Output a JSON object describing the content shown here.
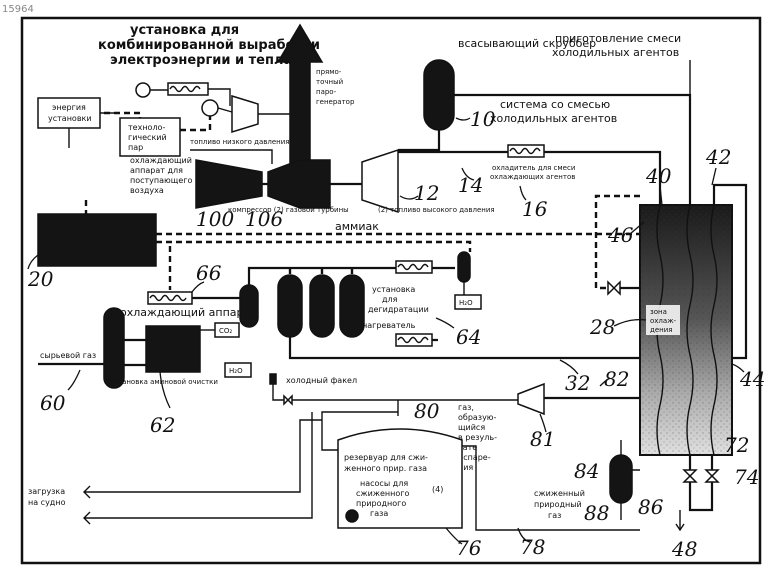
{
  "diagram": {
    "doc_id": "15964",
    "labels": {
      "cogen_title_1": "установка для",
      "cogen_title_2": "комбинированной выработки",
      "cogen_title_3": "электроэнергии и тепла",
      "scrubber": "всасывающий скруббер",
      "mix_prep_1": "приготовление смеси",
      "mix_prep_2": "холодильных агентов",
      "mixed_refrig_1": "система со смесью",
      "mixed_refrig_2": "холодильных агентов",
      "steam_gen_1": "прямо-",
      "steam_gen_2": "точный",
      "steam_gen_3": "паро-",
      "steam_gen_4": "генератор",
      "energy_1": "энергия",
      "energy_2": "установки",
      "tech_steam_1": "техноло-",
      "tech_steam_2": "гический",
      "tech_steam_3": "пар",
      "fuel_low": "топливо низкого давления",
      "cooler_1": "охлаждающий",
      "cooler_2": "аппарат для",
      "cooler_3": "поступающего",
      "cooler_4": "воздуха",
      "compressor_turbine": "компрессор (2) газовой турбины",
      "fuel_high": "(2) топливо высокого давления",
      "refrig_cooler_1": "охладитель для смеси",
      "refrig_cooler_2": "охлаждающих агентов",
      "ammonia": "аммиак",
      "dehydration_1": "установка",
      "dehydration_2": "для",
      "dehydration_3": "дегидратации",
      "heater": "нагреватель",
      "water_1": "H₂O",
      "water_2": "H₂O",
      "co2": "CO₂",
      "cooling_unit": "охлаждающий аппарат",
      "feed_gas": "сырьевой газ",
      "amine_unit": "установка аминовой очистки",
      "cold_flare": "холодный факел",
      "boiloff_1": "газ,",
      "boiloff_2": "образую-",
      "boiloff_3": "щийся",
      "boiloff_4": "в резуль-",
      "boiloff_5": "тате",
      "boiloff_6": "испаре-",
      "boiloff_7": "ния",
      "lng_tank_1": "резервуар для сжи-",
      "lng_tank_2": "женного прир. газа",
      "lng_pumps_1": "насосы для",
      "lng_pumps_2": "сжиженного",
      "lng_pumps_3": "природного",
      "lng_pumps_4": "газа",
      "pumps_num": "(4)",
      "ship_1": "загрузка",
      "ship_2": "на судно",
      "lng_1": "сжиженный",
      "lng_2": "природный",
      "lng_3": "газ",
      "cold_zone_1": "зона",
      "cold_zone_2": "охлаж-",
      "cold_zone_3": "дения"
    },
    "numbers": {
      "n10": "10",
      "n12": "12",
      "n14": "14",
      "n16": "16",
      "n20": "20",
      "n28": "28",
      "n32": "32",
      "n40": "40",
      "n42": "42",
      "n44": "44",
      "n46": "46",
      "n48": "48",
      "n60": "60",
      "n62": "62",
      "n64": "64",
      "n66": "66",
      "n72": "72",
      "n74": "74",
      "n76": "76",
      "n78": "78",
      "n80": "80",
      "n81": "81",
      "n82": "82",
      "n84": "84",
      "n86": "86",
      "n88": "88",
      "n100": "100",
      "n106": "106"
    }
  }
}
